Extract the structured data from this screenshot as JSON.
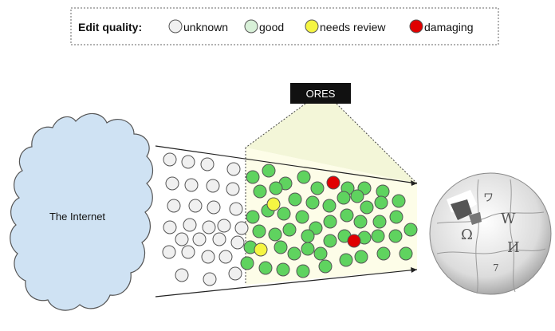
{
  "legend": {
    "title": "Edit quality:",
    "items": [
      {
        "label": "unknown",
        "color": "#f0f0f0"
      },
      {
        "label": "good",
        "color": "#d8f0d8"
      },
      {
        "label": "needs review",
        "color": "#f5f542"
      },
      {
        "label": "damaging",
        "color": "#e00000"
      }
    ]
  },
  "cloud": {
    "label": "The Internet",
    "fill": "#cfe2f3"
  },
  "ores": {
    "label": "ORES"
  },
  "palette": {
    "unknown": "#f0f0f0",
    "good": "#5fd35f",
    "needs_review": "#f5f542",
    "damaging": "#e00000",
    "ores_beam": "#f3f6d8",
    "ores_zone": "#fdfde8"
  },
  "globe": {
    "icon": "wikipedia-globe-icon",
    "glyphs": [
      "W",
      "Ω",
      "И",
      "ワ",
      "7"
    ]
  }
}
